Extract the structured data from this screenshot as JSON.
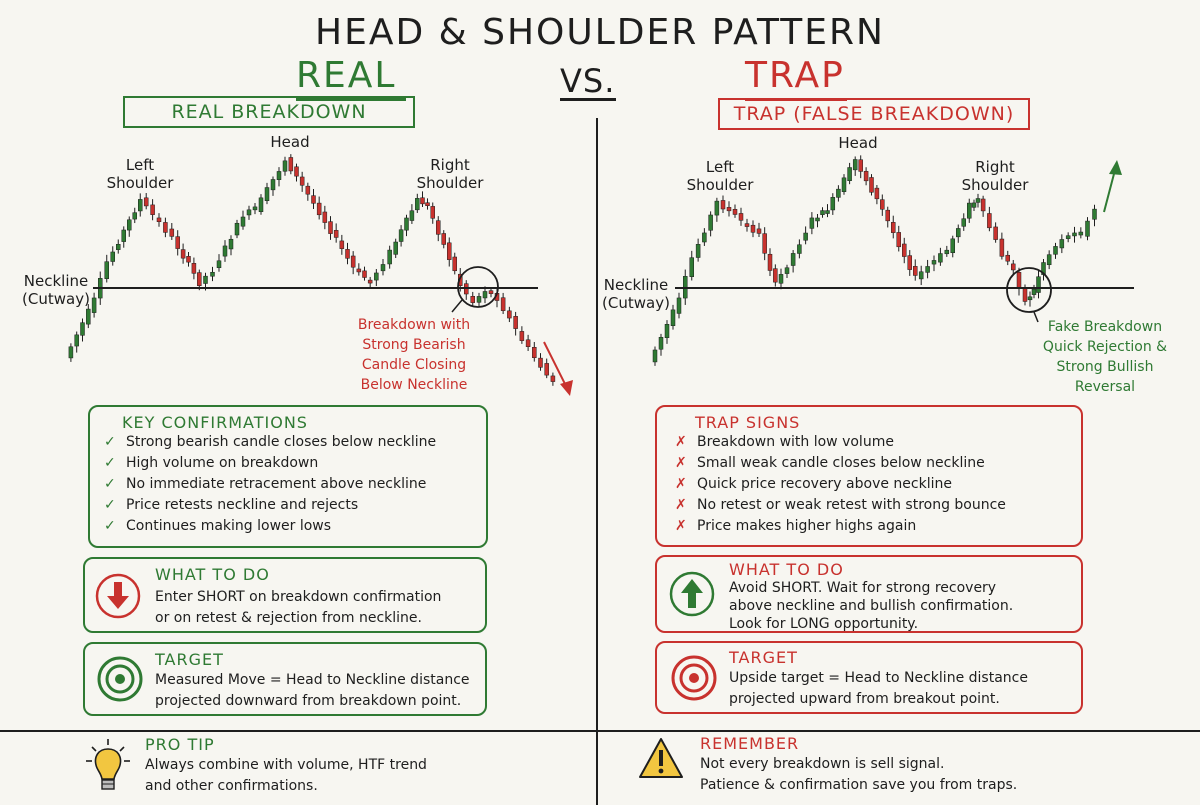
{
  "header": {
    "title": "HEAD & SHOULDER PATTERN",
    "real": "REAL",
    "vs": "VS.",
    "trap": "TRAP"
  },
  "colors": {
    "green": "#2f7a33",
    "red": "#c8322e",
    "ink": "#1e1e1e",
    "paper": "#f7f6f1"
  },
  "real": {
    "heading": "REAL BREAKDOWN",
    "left_shoulder": [
      "Left",
      "Shoulder"
    ],
    "head": "Head",
    "right_shoulder": [
      "Right",
      "Shoulder"
    ],
    "neckline": [
      "Neckline",
      "(Cutway)"
    ],
    "annotation": [
      "Breakdown with",
      "Strong Bearish",
      "Candle Closing",
      "Below Neckline"
    ],
    "confirmations": {
      "title": "KEY CONFIRMATIONS",
      "items": [
        "Strong bearish candle closes below neckline",
        "High volume on breakdown",
        "No immediate retracement above neckline",
        "Price retests neckline and rejects",
        "Continues making lower lows"
      ]
    },
    "what_to_do": {
      "title": "WHAT TO DO",
      "icon": "down-arrow-icon",
      "lines": [
        "Enter SHORT on breakdown confirmation",
        "or on retest & rejection from neckline."
      ]
    },
    "target": {
      "title": "TARGET",
      "icon": "target-icon",
      "lines": [
        "Measured Move = Head to Neckline distance",
        "projected downward from breakdown point."
      ]
    },
    "tip": {
      "title": "PRO TIP",
      "icon": "lightbulb-icon",
      "lines": [
        "Always combine with volume, HTF trend",
        "and other confirmations."
      ]
    }
  },
  "trap": {
    "heading": "TRAP (FALSE BREAKDOWN)",
    "left_shoulder": [
      "Left",
      "Shoulder"
    ],
    "head": "Head",
    "right_shoulder": [
      "Right",
      "Shoulder"
    ],
    "neckline": [
      "Neckline",
      "(Cutway)"
    ],
    "annotation": [
      "Fake Breakdown",
      "Quick Rejection &",
      "Strong Bullish",
      "Reversal"
    ],
    "signs": {
      "title": "TRAP SIGNS",
      "items": [
        "Breakdown with low volume",
        "Small weak candle closes below neckline",
        "Quick price recovery above neckline",
        "No retest or weak retest with strong bounce",
        "Price makes higher highs again"
      ]
    },
    "what_to_do": {
      "title": "WHAT TO DO",
      "icon": "up-arrow-icon",
      "lines": [
        "Avoid SHORT. Wait for strong recovery",
        "above neckline and bullish confirmation.",
        "Look for LONG opportunity."
      ]
    },
    "target": {
      "title": "TARGET",
      "icon": "target-icon",
      "lines": [
        "Upside target = Head to Neckline distance",
        "projected upward from breakout point."
      ]
    },
    "remember": {
      "title": "REMEMBER",
      "icon": "warning-icon",
      "lines": [
        "Not every breakdown is sell signal.",
        "Patience & confirmation save you from traps."
      ]
    }
  }
}
